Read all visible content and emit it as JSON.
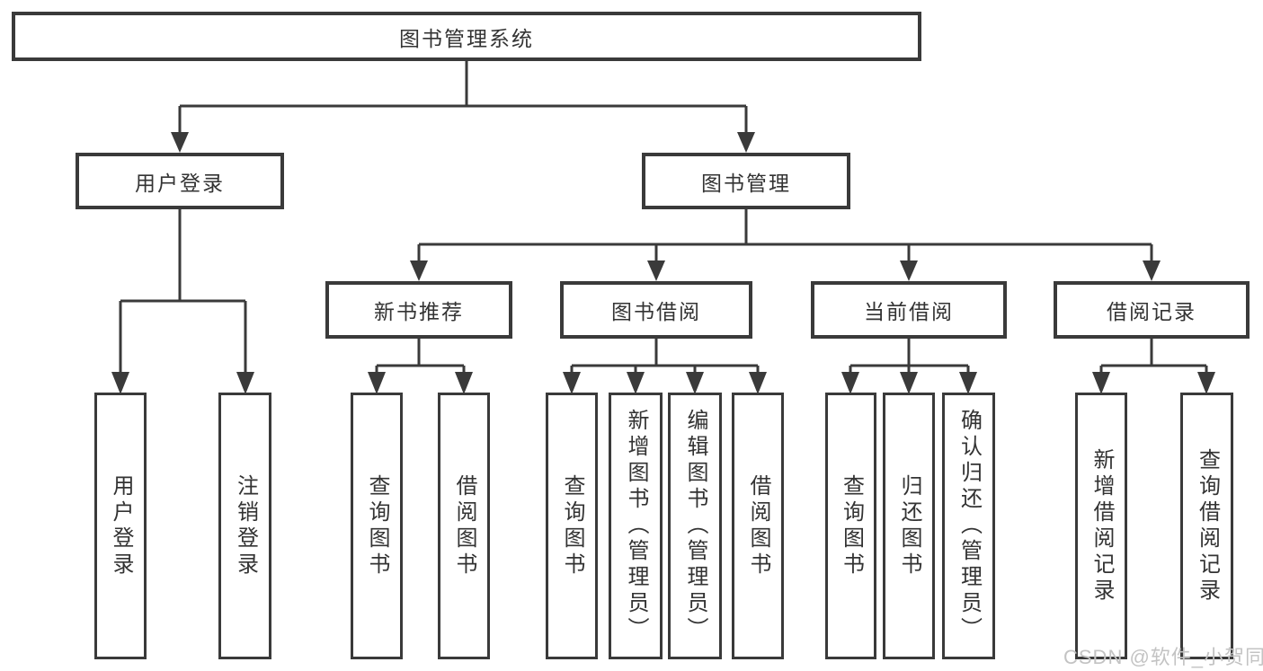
{
  "tree": {
    "root": {
      "label": "图书管理系统",
      "children": [
        {
          "label": "用户登录",
          "children": [
            {
              "label": "用户登录"
            },
            {
              "label": "注销登录"
            }
          ]
        },
        {
          "label": "图书管理",
          "children": [
            {
              "label": "新书推荐",
              "children": [
                {
                  "label": "查询图书"
                },
                {
                  "label": "借阅图书"
                }
              ]
            },
            {
              "label": "图书借阅",
              "children": [
                {
                  "label": "查询图书"
                },
                {
                  "label": "新增图书（管理员）"
                },
                {
                  "label": "编辑图书（管理员）"
                },
                {
                  "label": "借阅图书"
                }
              ]
            },
            {
              "label": "当前借阅",
              "children": [
                {
                  "label": "查询图书"
                },
                {
                  "label": "归还图书"
                },
                {
                  "label": "确认归还（管理员）"
                }
              ]
            },
            {
              "label": "借阅记录",
              "children": [
                {
                  "label": "新增借阅记录"
                },
                {
                  "label": "查询借阅记录"
                }
              ]
            }
          ]
        }
      ]
    }
  },
  "watermark": {
    "text": "CSDN @软件_小贺同学"
  },
  "colors": {
    "line": "#3a3a3a",
    "text": "#333333",
    "background": "#ffffff",
    "watermark": "#c3c3c3"
  }
}
